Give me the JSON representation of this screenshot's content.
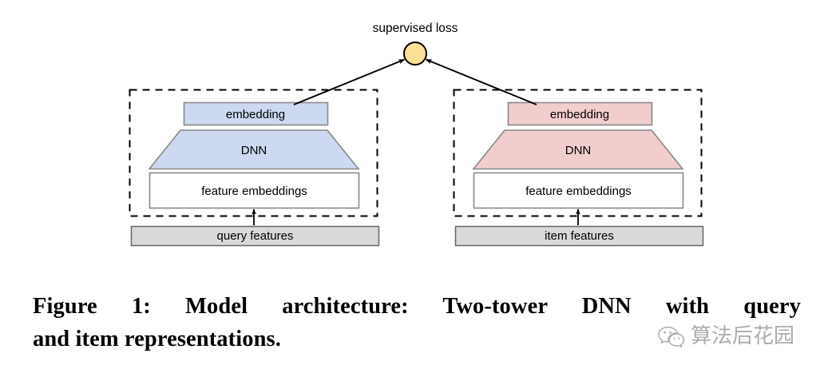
{
  "figure": {
    "loss_node": {
      "label": "supervised loss",
      "shape": "circle",
      "fill": "#fbdf97",
      "stroke": "#000000"
    },
    "towers": [
      {
        "id": "query-tower",
        "side": "left",
        "accent_color": "#ccd9f0",
        "accent_stroke": "#888888",
        "embedding_label": "embedding",
        "dnn_label": "DNN",
        "feature_embeddings_label": "feature embeddings",
        "input_label": "query features",
        "input_fill": "#d9d9d9"
      },
      {
        "id": "item-tower",
        "side": "right",
        "accent_color": "#f2cdcd",
        "accent_stroke": "#888888",
        "embedding_label": "embedding",
        "dnn_label": "DNN",
        "feature_embeddings_label": "feature embeddings",
        "input_label": "item features",
        "input_fill": "#d9d9d9"
      }
    ]
  },
  "caption": {
    "line1": "Figure 1: Model architecture: Two-tower DNN with query",
    "line2": "and item representations."
  },
  "watermark": {
    "icon": "wechat-icon",
    "text": "算法后花园"
  },
  "colors": {
    "background": "#ffffff",
    "blue_fill": "#ccd9f0",
    "pink_fill": "#f2cdcd",
    "gray_fill": "#d9d9d9",
    "yellow_fill": "#fbdf97",
    "box_stroke": "#888888",
    "line_stroke": "#000000"
  }
}
